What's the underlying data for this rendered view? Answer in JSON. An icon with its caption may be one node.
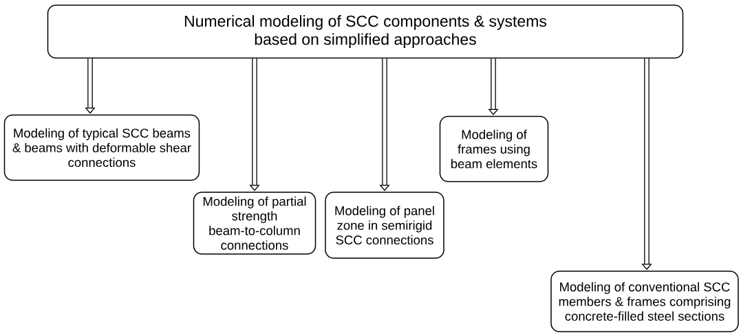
{
  "diagram": {
    "nodes": [
      {
        "text": [
          "Numerical modeling of SCC components & systems based on simplified approaches"
        ]
      },
      {
        "text": [
          "Modeling of typical SCC beams & beams with deformable shear connections"
        ]
      },
      {
        "text": [
          "Modeling of partial strength beam-to-column connections"
        ]
      },
      {
        "text": [
          "Modeling of panel zone in semirigid SCC connections"
        ]
      },
      {
        "text": [
          "Modeling of frames using beam elements"
        ]
      },
      {
        "text": [
          "Modeling of conventional SCC members & frames comprising concrete-filled steel sections"
        ]
      }
    ],
    "edges": [
      {
        "from": 0,
        "to": 1,
        "arrow": "to"
      },
      {
        "from": 0,
        "to": 2,
        "arrow": "to"
      },
      {
        "from": 0,
        "to": 3,
        "arrow": "to"
      },
      {
        "from": 0,
        "to": 4,
        "arrow": "to"
      },
      {
        "from": 0,
        "to": 5,
        "arrow": "to"
      }
    ]
  }
}
